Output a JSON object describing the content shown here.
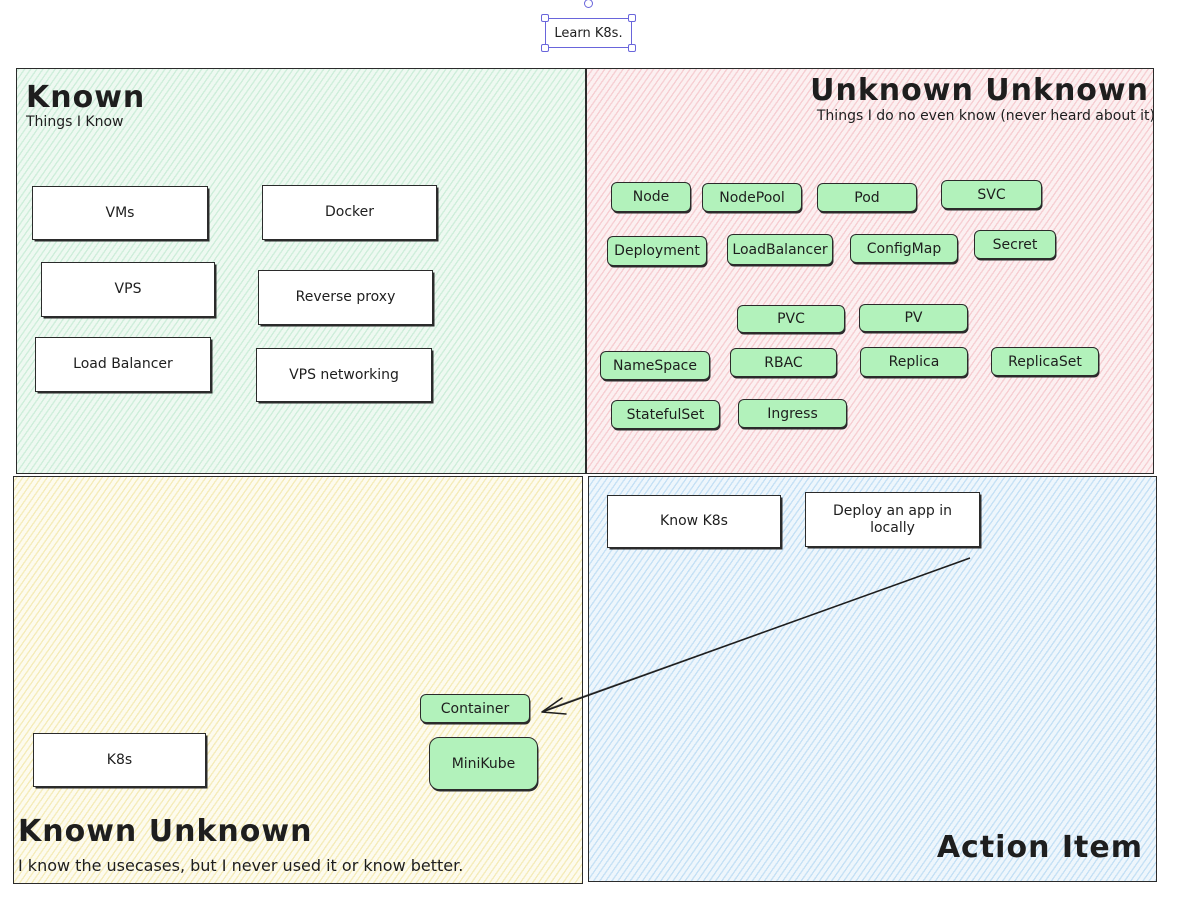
{
  "selected_label": "Learn K8s.",
  "quadrants": {
    "known": {
      "title": "Known",
      "subtitle": "Things I Know"
    },
    "unknown_unknown": {
      "title": "Unknown Unknown",
      "subtitle": "Things I do no even know  (never heard about it)"
    },
    "known_unknown": {
      "title": "Known Unknown",
      "subtitle": "I know the usecases, but I never used it or know better."
    },
    "action_item": {
      "title": "Action Item"
    }
  },
  "known_items": [
    "VMs",
    "Docker",
    "VPS",
    "Reverse proxy",
    "Load Balancer",
    "VPS networking"
  ],
  "unknown_items": [
    "Node",
    "NodePool",
    "Pod",
    "SVC",
    "Deployment",
    "LoadBalancer",
    "ConfigMap",
    "Secret",
    "PVC",
    "PV",
    "NameSpace",
    "RBAC",
    "Replica",
    "ReplicaSet",
    "StatefulSet",
    "Ingress"
  ],
  "known_unknown_items": {
    "white": [
      "K8s"
    ],
    "green": [
      "Container",
      "MiniKube"
    ]
  },
  "action_items": [
    "Know K8s",
    "Deploy an app in locally"
  ],
  "colors": {
    "green_fill": "#b2f2bb",
    "selection": "#6965db",
    "stroke": "#1e1e1e"
  }
}
